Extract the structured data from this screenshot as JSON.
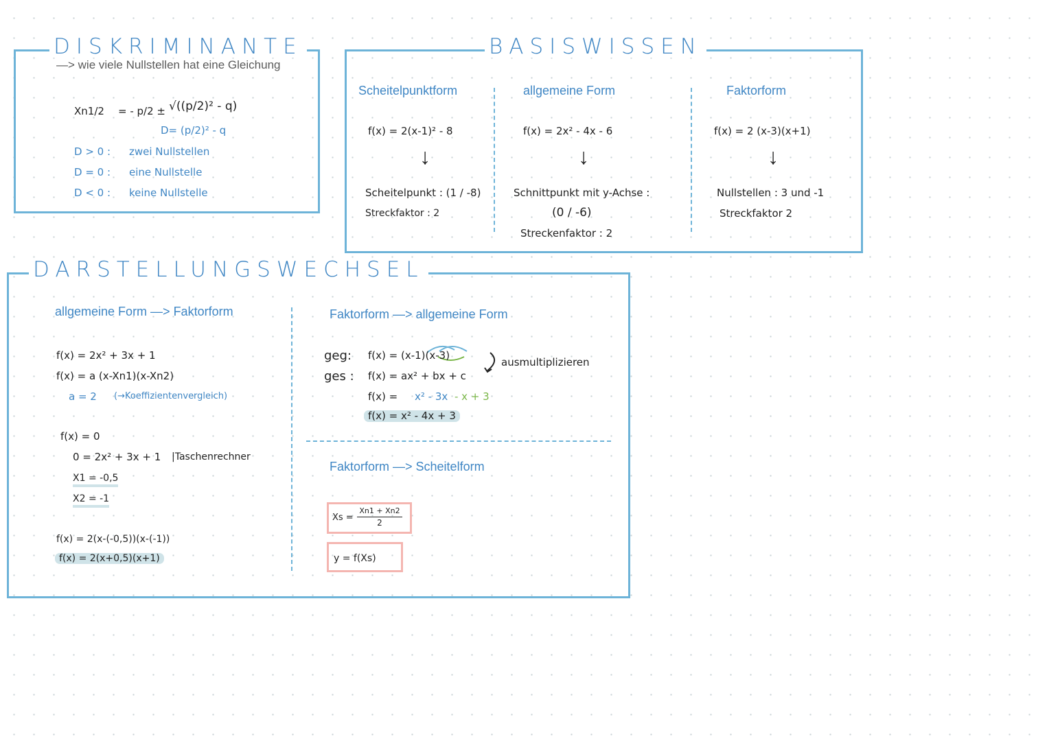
{
  "diskriminante": {
    "title": "DISKRIMINANTE",
    "subtitle": "—> wie viele Nullstellen hat eine Gleichung",
    "formula_lhs": "Xn1/2",
    "formula_rhs": "=  - p/2 ±",
    "formula_root": "√((p/2)² - q)",
    "formula_d": "D= (p/2)² - q",
    "cases": [
      {
        "cond": "D > 0 :",
        "text": "zwei Nullstellen"
      },
      {
        "cond": "D = 0 :",
        "text": "eine Nullstelle"
      },
      {
        "cond": "D < 0 :",
        "text": "keine Nullstelle"
      }
    ]
  },
  "basiswissen": {
    "title": "BASISWISSEN",
    "columns": [
      {
        "heading": "Scheitelpunktform",
        "formula": "f(x) = 2(x-1)² - 8",
        "line1": "Scheitelpunkt : (1 / -8)",
        "line2": "Streckfaktor :  2"
      },
      {
        "heading": "allgemeine Form",
        "formula": "f(x) = 2x² - 4x - 6",
        "line1": "Schnittpunkt mit y-Achse :",
        "line2": "(0 / -6)",
        "line3": "Streckenfaktor :  2"
      },
      {
        "heading": "Faktorform",
        "formula": "f(x) = 2 (x-3)(x+1)",
        "line1": "Nullstellen :  3 und -1",
        "line2": "Streckfaktor  2"
      }
    ]
  },
  "darstellungswechsel": {
    "title": "DARSTELLUNGSWECHSEL",
    "left": {
      "heading": "allgemeine Form —> Faktorform",
      "l1": "f(x) =  2x² + 3x + 1",
      "l2": "f(x) =   a (x-Xn1)(x-Xn2)",
      "l3a": "a = 2",
      "l3b": "(→Koeffizientenvergleich)",
      "l4": "f(x) = 0",
      "l5a": "0 =  2x² + 3x + 1",
      "l5b": "|Taschenrechner",
      "l6": "X1 =  -0,5",
      "l7": "X2 =  -1",
      "l8": "f(x) =  2(x-(-0,5))(x-(-1))",
      "l9": "f(x) =  2(x+0,5)(x+1)"
    },
    "right_top": {
      "heading": "Faktorform —> allgemeine Form",
      "geg_label": "geg:",
      "geg_formula": "f(x) =   (x-1)(x-3)",
      "ges_label": "ges :",
      "ges_formula": "f(x) =  ax² + bx + c",
      "note": "ausmultiplizieren",
      "step_lhs": "f(x) =",
      "step_a": "x² - 3x",
      "step_b": "- x + 3",
      "result": "f(x) =  x² - 4x + 3"
    },
    "right_bottom": {
      "heading": "Faktorform —> Scheitelform",
      "xs_label": "Xs =",
      "xs_num": "Xn1 + Xn2",
      "xs_den": "2",
      "y_formula": "y =   f(Xs)"
    }
  }
}
